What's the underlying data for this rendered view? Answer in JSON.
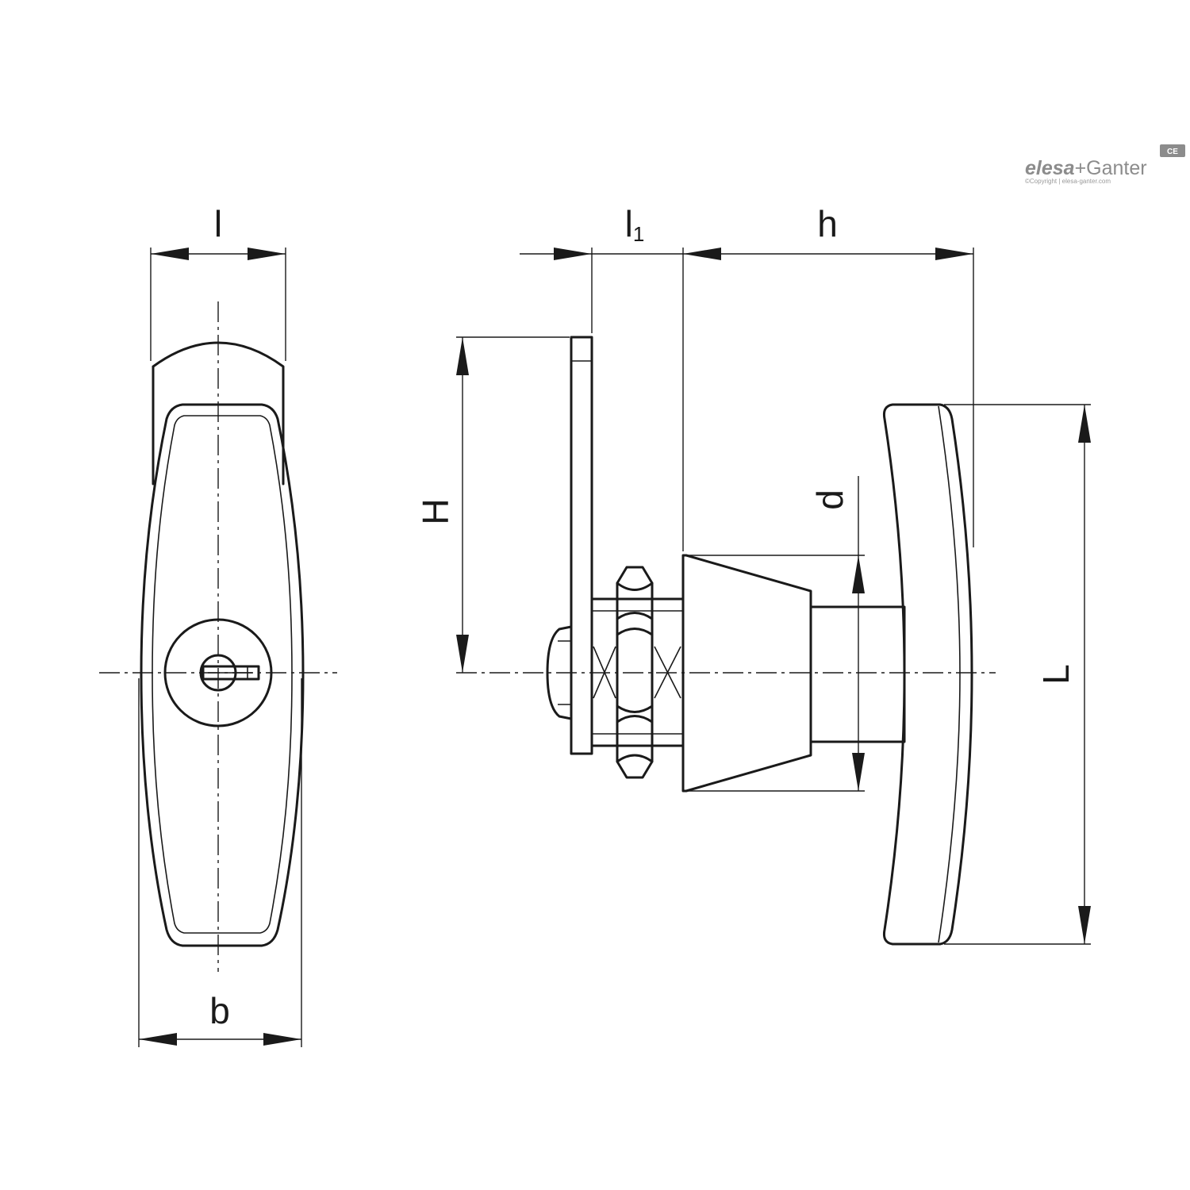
{
  "brand": {
    "name_part1": "elesa",
    "name_part2": "+Ganter",
    "mark": "CE",
    "copyright": "©Copyright | elesa-ganter.com"
  },
  "dimensions": {
    "l": "l",
    "l1_main": "l",
    "l1_sub": "1",
    "h": "h",
    "H": "H",
    "d": "d",
    "L": "L",
    "b": "b"
  }
}
